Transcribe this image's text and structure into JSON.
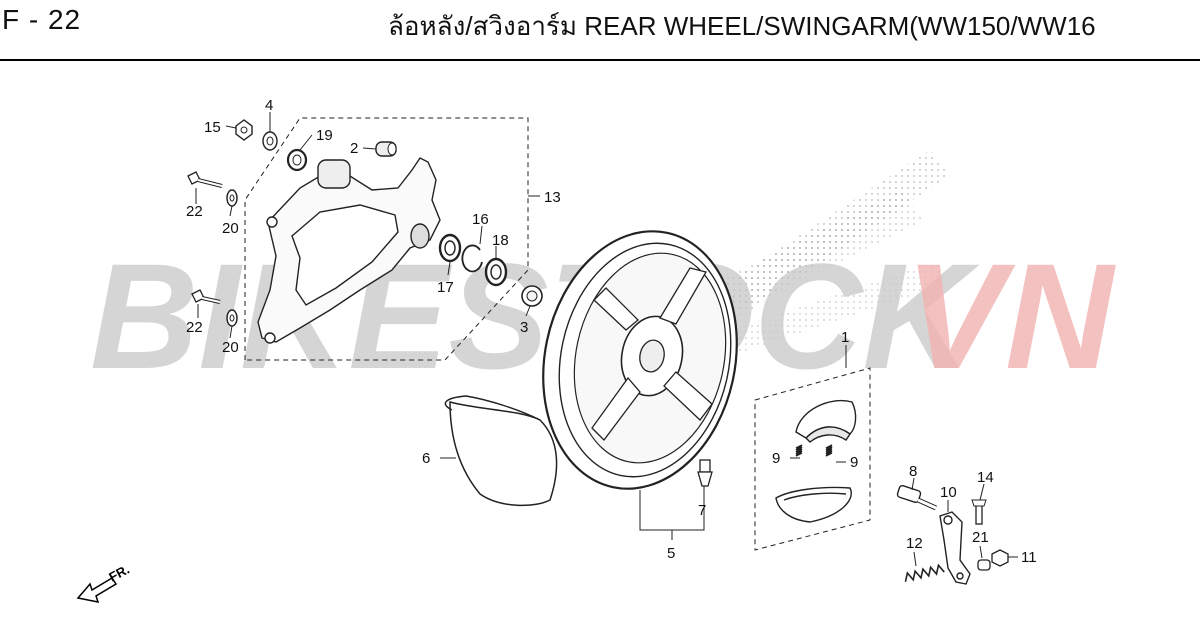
{
  "header": {
    "code": "F - 22",
    "title": "ล้อหลัง/สวิงอาร์ม  REAR WHEEL/SWINGARM(WW150/WW16"
  },
  "watermark": {
    "main": "BIKESTOCK",
    "accent": "VN",
    "main_color": "#c8c8c8",
    "accent_color": "#f2b2b2"
  },
  "direction": {
    "label": "FR."
  },
  "callouts": {
    "c1": "1",
    "c2": "2",
    "c3": "3",
    "c4": "4",
    "c5": "5",
    "c6": "6",
    "c7": "7",
    "c8": "8",
    "c9a": "9",
    "c9b": "9",
    "c10": "10",
    "c11": "11",
    "c12": "12",
    "c13": "13",
    "c14": "14",
    "c15": "15",
    "c16": "16",
    "c17": "17",
    "c18": "18",
    "c19": "19",
    "c20a": "20",
    "c20b": "20",
    "c21": "21",
    "c22a": "22",
    "c22b": "22"
  }
}
